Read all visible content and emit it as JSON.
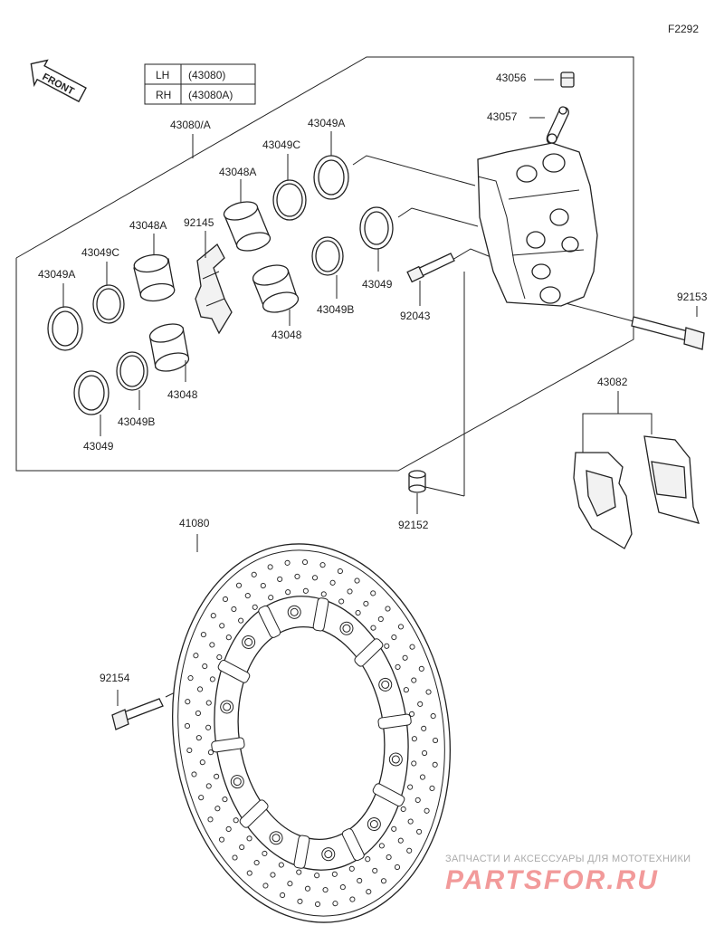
{
  "figure_code": "F2292",
  "front_label": "FRONT",
  "side_table": {
    "rows": [
      {
        "side": "LH",
        "part": "(43080)"
      },
      {
        "side": "RH",
        "part": "(43080A)"
      }
    ]
  },
  "labels": {
    "assembly": "43080/A",
    "p43049A_top": "43049A",
    "p43049C_top": "43049C",
    "p43048A_top": "43048A",
    "p43048A_mid": "43048A",
    "p92145": "92145",
    "p43049C_left": "43049C",
    "p43049A_left": "43049A",
    "p43049_right": "43049",
    "p43049B_right": "43049B",
    "p43048_right": "43048",
    "p92043": "92043",
    "p43048_left": "43048",
    "p43049B_left": "43049B",
    "p43049_left": "43049",
    "p43056": "43056",
    "p43057": "43057",
    "p92153": "92153",
    "p43082": "43082",
    "p92152": "92152",
    "p41080": "41080",
    "p92154": "92154"
  },
  "watermark": {
    "tagline": "ЗАПЧАСТИ И АКСЕССУАРЫ ДЛЯ МОТОТЕХНИКИ",
    "brand": "PARTSFOR.RU"
  }
}
